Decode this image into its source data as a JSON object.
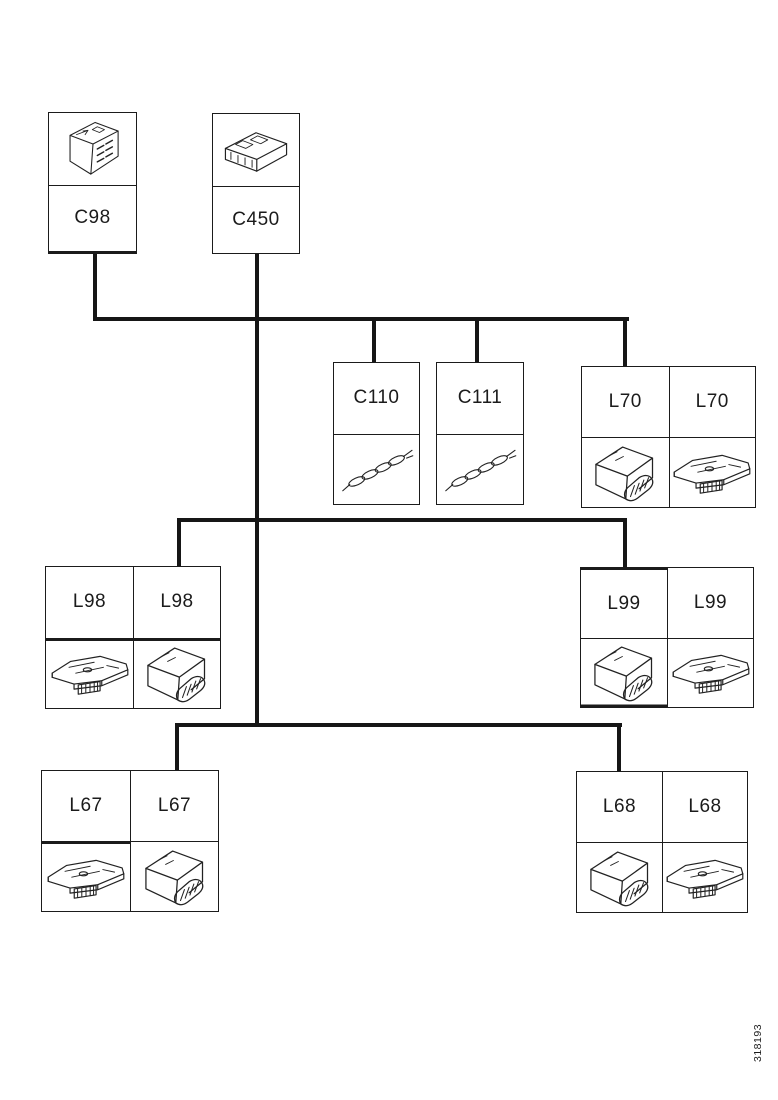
{
  "page": {
    "background": "#ffffff",
    "ink": "#1b1b1b"
  },
  "figure_number": "318193",
  "nodes": {
    "c98": {
      "label": "C98",
      "icon": "connector-block-drawing"
    },
    "c450": {
      "label": "C450",
      "icon": "flat-connector-block-drawing"
    },
    "c110": {
      "label": "C110",
      "icon": "twisted-wire-drawing"
    },
    "c111": {
      "label": "C111",
      "icon": "twisted-wire-drawing"
    },
    "l70": {
      "labels": [
        "L70",
        "L70"
      ],
      "icons": [
        "relay-box-drawing",
        "flat-module-drawing"
      ]
    },
    "l98": {
      "labels": [
        "L98",
        "L98"
      ],
      "icons": [
        "flat-module-drawing",
        "relay-box-drawing"
      ]
    },
    "l99": {
      "labels": [
        "L99",
        "L99"
      ],
      "icons": [
        "relay-box-drawing",
        "flat-module-drawing"
      ]
    },
    "l67": {
      "labels": [
        "L67",
        "L67"
      ],
      "icons": [
        "flat-module-drawing",
        "relay-box-drawing"
      ]
    },
    "l68": {
      "labels": [
        "L68",
        "L68"
      ],
      "icons": [
        "relay-box-drawing",
        "flat-module-drawing"
      ]
    }
  }
}
